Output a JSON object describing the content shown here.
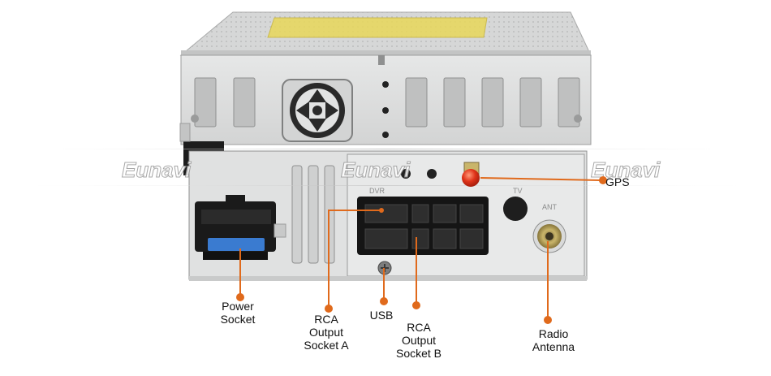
{
  "brand": {
    "watermark_text": "Eunavi",
    "accent_color": "#e06a1c"
  },
  "panel_markings": {
    "dvr": "DVR",
    "tv": "TV",
    "ant": "ANT"
  },
  "callouts": {
    "gps": "GPS",
    "power_socket": "Power\nSocket",
    "rca_a": "RCA\nOutput\nSocket A",
    "usb": "USB",
    "rca_b": "RCA\nOutput\nSocket B",
    "radio_antenna": "Radio\nAntenna"
  }
}
